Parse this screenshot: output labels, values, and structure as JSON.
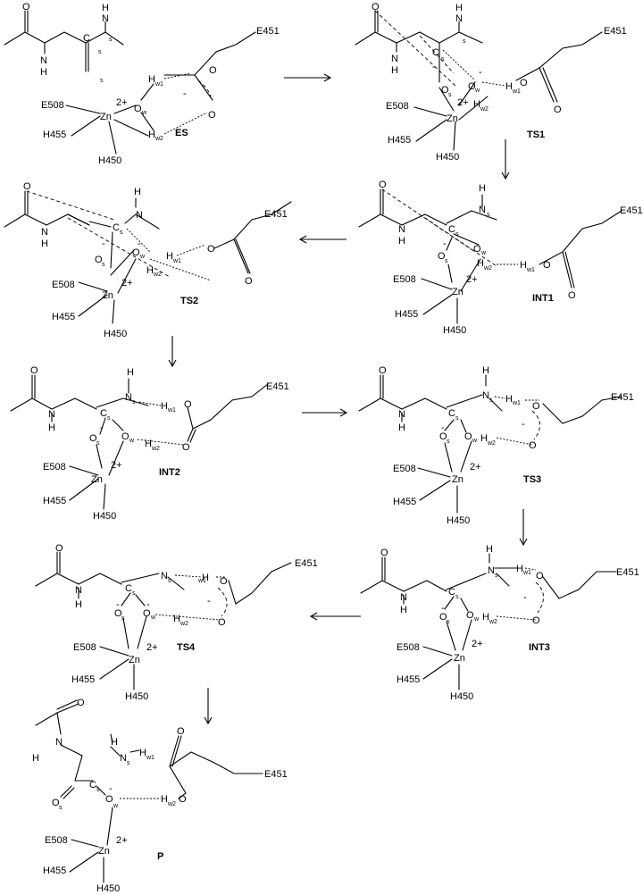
{
  "atoms": {
    "zn": "Zn",
    "charge2": "2+",
    "charge_minus": "-",
    "O": "O",
    "N": "N",
    "H": "H",
    "C": "C",
    "sub_s": "s",
    "sub_w": "w",
    "sub_w1": "w1",
    "sub_w2": "w2"
  },
  "residues": {
    "e451": "E451",
    "e508": "E508",
    "h455": "H455",
    "h450": "H450"
  },
  "states": {
    "es": "ES",
    "ts1": "TS1",
    "int1": "INT1",
    "ts2": "TS2",
    "int2": "INT2",
    "ts3": "TS3",
    "int3": "INT3",
    "ts4": "TS4",
    "p": "P"
  }
}
